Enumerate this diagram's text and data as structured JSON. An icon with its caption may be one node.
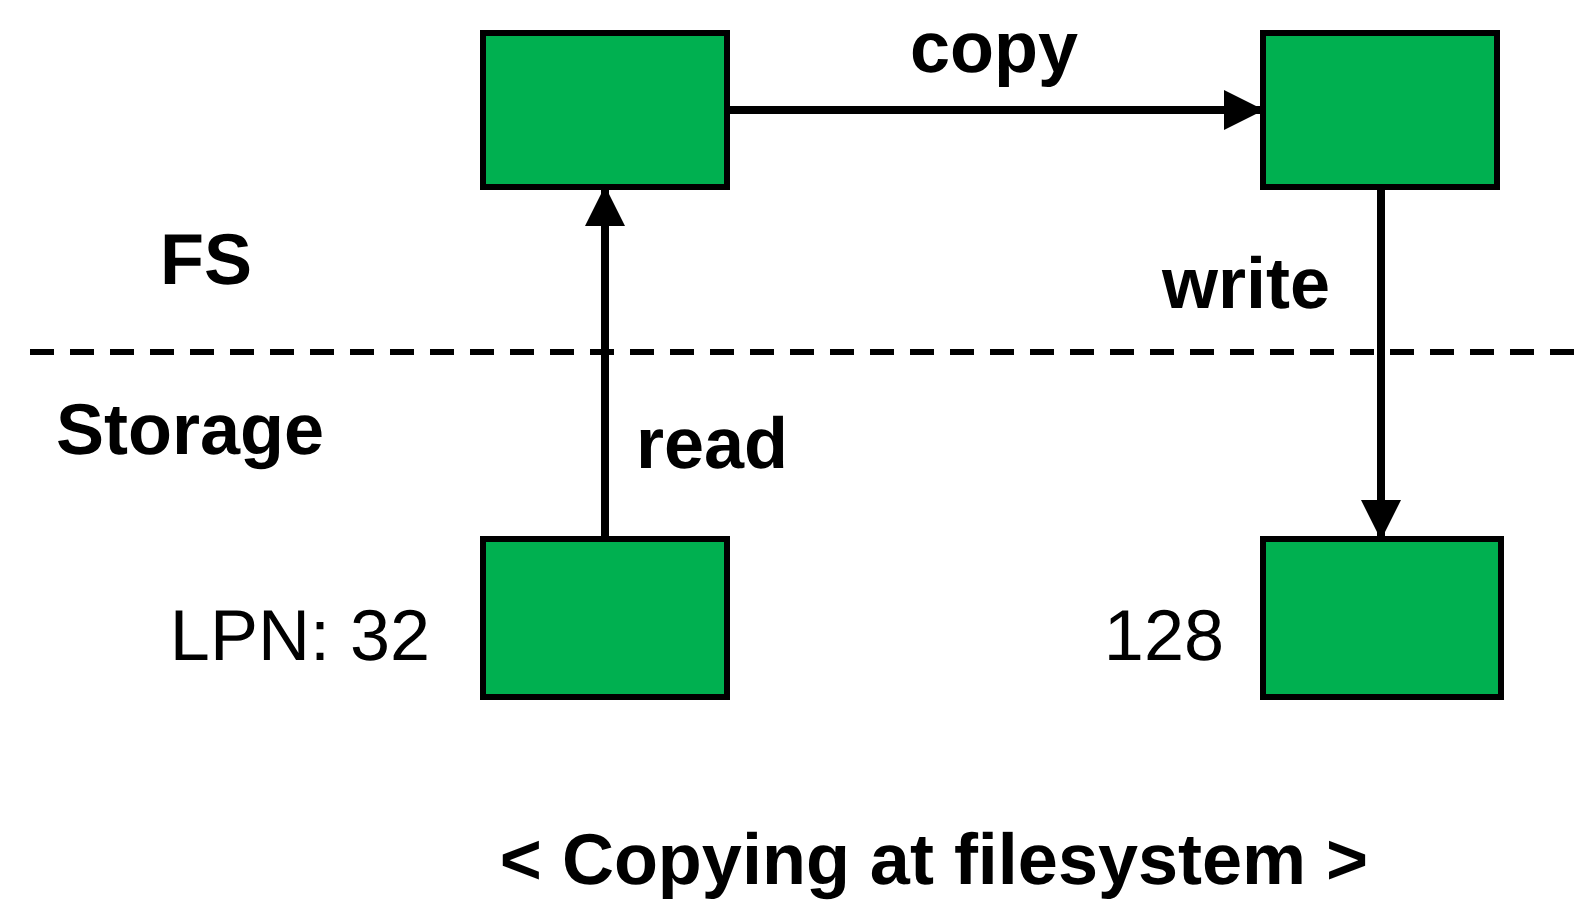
{
  "diagram": {
    "caption": "< Copying at filesystem >",
    "nodes": [
      {
        "text": [],
        "shape": "box"
      },
      {
        "text": [],
        "shape": "box"
      },
      {
        "text": [],
        "shape": "box",
        "beside": [
          "LPN: 32"
        ]
      },
      {
        "text": [],
        "shape": "box",
        "beside": [
          "128"
        ]
      }
    ],
    "edges": [
      {
        "from": 2,
        "to": 0,
        "arrow": "to",
        "label": "read"
      },
      {
        "from": 0,
        "to": 1,
        "arrow": "to",
        "label": "copy"
      },
      {
        "from": 1,
        "to": 3,
        "arrow": "to",
        "label": "write"
      }
    ],
    "labels": [
      "FS",
      "Storage"
    ]
  }
}
